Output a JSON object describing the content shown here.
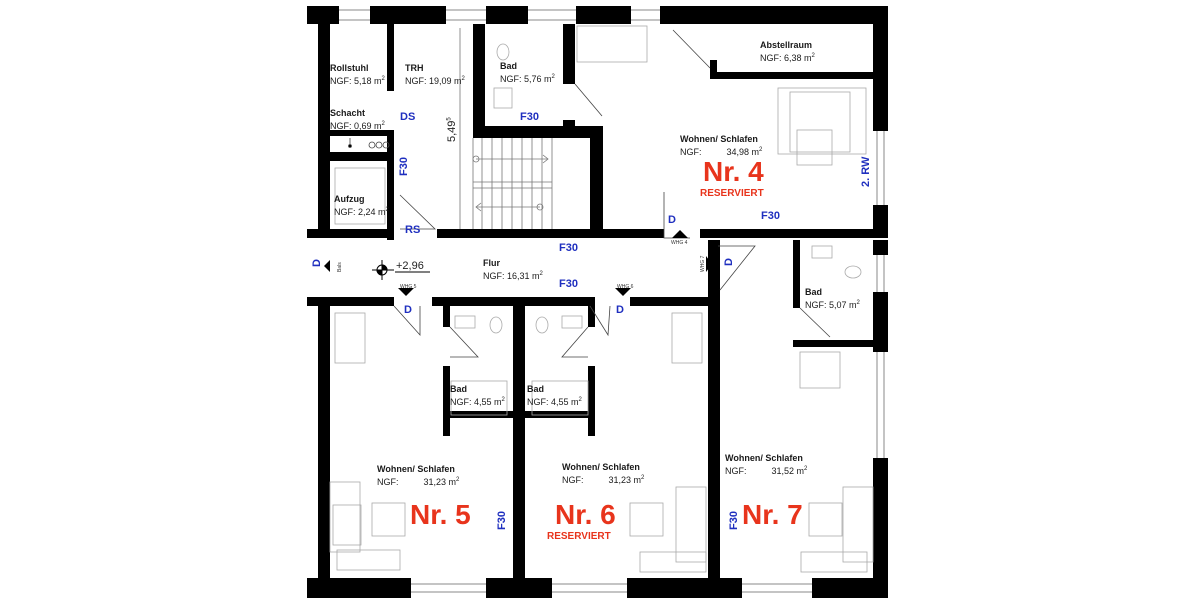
{
  "plan": {
    "rooms": [
      {
        "id": "rollstuhl",
        "name": "Rollstuhl",
        "ngf": "NGF:  5,18 m",
        "unit": "2"
      },
      {
        "id": "trh",
        "name": "TRH",
        "ngf": "NGF:  19,09 m",
        "unit": "2"
      },
      {
        "id": "bad-top",
        "name": "Bad",
        "ngf": "NGF:  5,76 m",
        "unit": "2"
      },
      {
        "id": "abstellraum",
        "name": "Abstellraum",
        "ngf": "NGF:  6,38 m",
        "unit": "2"
      },
      {
        "id": "schacht",
        "name": "Schacht",
        "ngf": "NGF:  0,69 m",
        "unit": "2"
      },
      {
        "id": "aufzug",
        "name": "Aufzug",
        "ngf": "NGF:  2,24 m",
        "unit": "2"
      },
      {
        "id": "wohnen-4",
        "name": "Wohnen/ Schlafen",
        "ngf_label": "NGF:",
        "ngf_value": "34,98 m",
        "unit": "2"
      },
      {
        "id": "flur",
        "name": "Flur",
        "ngf": "NGF:  16,31 m",
        "unit": "2"
      },
      {
        "id": "bad-7",
        "name": "Bad",
        "ngf": "NGF:  5,07 m",
        "unit": "2"
      },
      {
        "id": "bad-5",
        "name": "Bad",
        "ngf": "NGF:  4,55 m",
        "unit": "2"
      },
      {
        "id": "bad-6",
        "name": "Bad",
        "ngf": "NGF:  4,55 m",
        "unit": "2"
      },
      {
        "id": "wohnen-5",
        "name": "Wohnen/ Schlafen",
        "ngf_label": "NGF:",
        "ngf_value": "31,23 m",
        "unit": "2"
      },
      {
        "id": "wohnen-6",
        "name": "Wohnen/ Schlafen",
        "ngf_label": "NGF:",
        "ngf_value": "31,23 m",
        "unit": "2"
      },
      {
        "id": "wohnen-7",
        "name": "Wohnen/ Schlafen",
        "ngf_label": "NGF:",
        "ngf_value": "31,52 m",
        "unit": "2"
      }
    ],
    "units": [
      {
        "id": "nr4",
        "label": "Nr. 4",
        "status": "RESERVIERT"
      },
      {
        "id": "nr5",
        "label": "Nr. 5",
        "status": ""
      },
      {
        "id": "nr6",
        "label": "Nr. 6",
        "status": "RESERVIERT"
      },
      {
        "id": "nr7",
        "label": "Nr. 7",
        "status": ""
      }
    ],
    "markers": {
      "ds": "DS",
      "rs": "RS",
      "f30": "F30",
      "rw": "2. RW",
      "door": "D",
      "whg4": "WHG 4",
      "whg5": "WHG 5",
      "whg6": "WHG 6",
      "whg7": "WHG 7",
      "bals": "Bals"
    },
    "dimension": "5,49",
    "dimension_sup": "5",
    "elevation": "+2,96",
    "colors": {
      "wall": "#000000",
      "furniture": "#9a9a9a",
      "label_blue": "#1f2fbf",
      "unit_red": "#e8341c"
    }
  }
}
